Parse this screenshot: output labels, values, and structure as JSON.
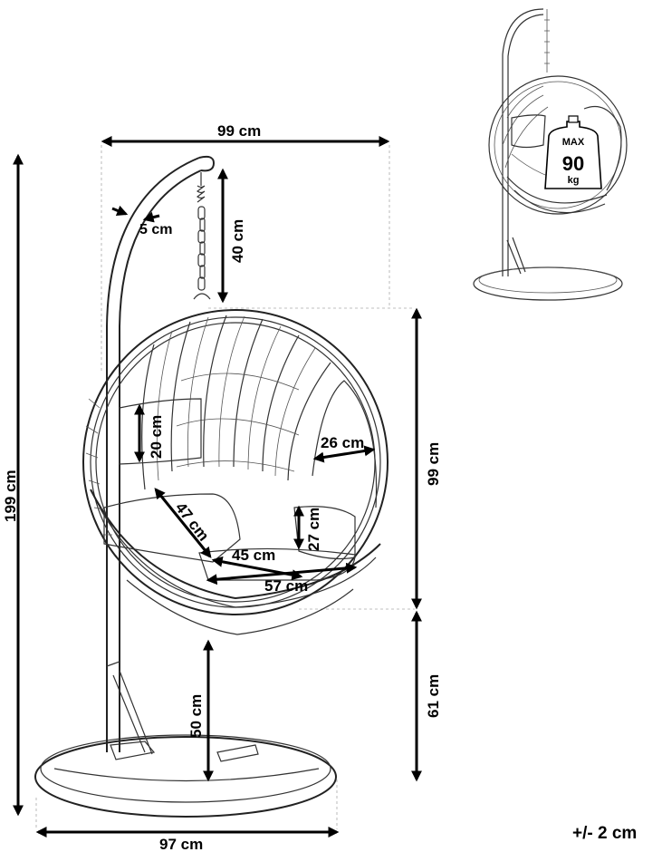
{
  "dimensions": {
    "top_width": "99 cm",
    "frame_tube": "5 cm",
    "chain_length": "40 cm",
    "total_height": "199 cm",
    "pillow_height": "20 cm",
    "opening_depth": "26 cm",
    "basket_height": "99 cm",
    "seat_diagonal": "47 cm",
    "cushion_height": "27 cm",
    "seat_depth": "45 cm",
    "seat_width": "57 cm",
    "seat_floor_height": "50 cm",
    "base_clearance": "61 cm",
    "base_width": "97 cm"
  },
  "tolerance": "+/- 2 cm",
  "weight_badge": {
    "label": "MAX",
    "value": "90",
    "unit": "kg"
  }
}
